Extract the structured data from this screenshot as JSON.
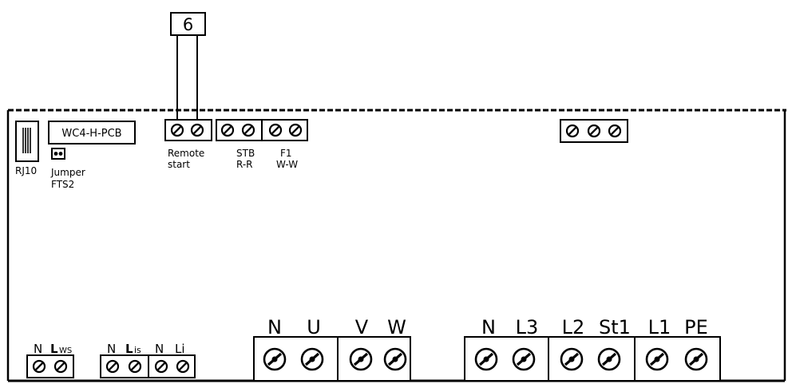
{
  "callout": {
    "label": "6"
  },
  "components": {
    "rj10": "RJ10",
    "pcb": "WC4-H-PCB",
    "jumper_line1": "Jumper",
    "jumper_line2": "FTS2"
  },
  "terminals_small": {
    "remote_line1": "Remote",
    "remote_line2": "start",
    "stb_line1": "STB",
    "stb_line2": "R-R",
    "f1_line1": "F1",
    "f1_line2": "W-W"
  },
  "terminals_bottom_left": {
    "n1": "N",
    "lws_l": "L",
    "lws_sub": "WS",
    "n2": "N",
    "lis_l": "L",
    "lis_sub": "is",
    "n3": "N",
    "li_l": "Li"
  },
  "terminals_motor": {
    "n": "N",
    "u": "U",
    "v": "V",
    "w": "W"
  },
  "terminals_supply": {
    "n": "N",
    "l3": "L3",
    "l2": "L2",
    "st1": "St1",
    "l1": "L1",
    "pe": "PE"
  },
  "colors": {
    "line": "#000000",
    "background": "#ffffff"
  }
}
